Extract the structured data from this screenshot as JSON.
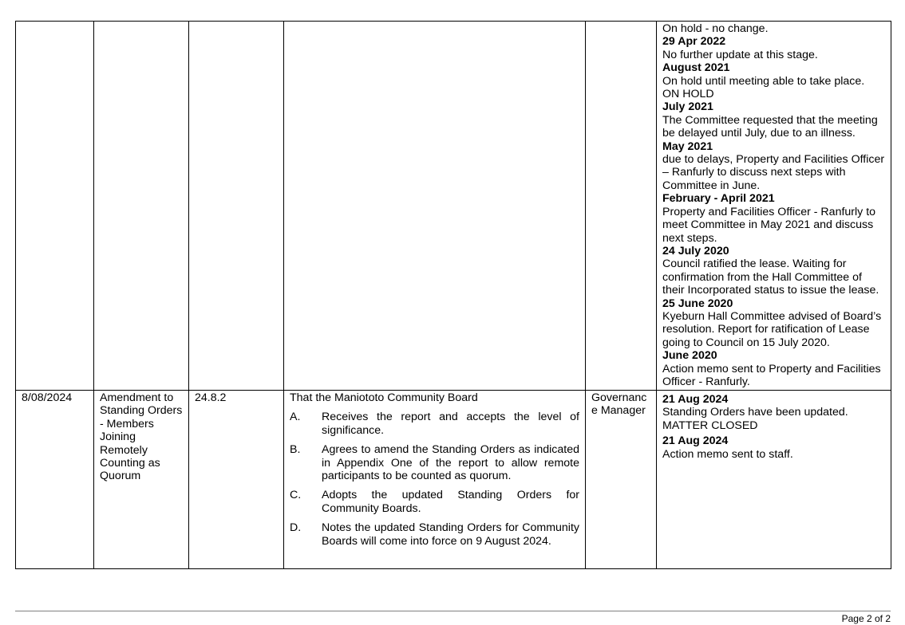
{
  "rows": [
    {
      "date": "",
      "subject": "",
      "ref": "",
      "resolution_intro": "",
      "resolution_items": [],
      "officer": "",
      "updates": [
        {
          "head": "",
          "text": "On hold - no change."
        },
        {
          "head": "29 Apr 2022",
          "text": "No further update at this stage."
        },
        {
          "head": "August 2021",
          "text": "On hold until meeting able to take place.\nON HOLD"
        },
        {
          "head": "July 2021",
          "text": "The Committee requested that the meeting be delayed until July, due to an illness."
        },
        {
          "head": "May 2021",
          "text": "due to delays, Property and Facilities Officer – Ranfurly to discuss next steps with Committee in June."
        },
        {
          "head": "February - April 2021",
          "text": "Property and Facilities Officer - Ranfurly to meet Committee in May 2021 and discuss next steps."
        },
        {
          "head": "24 July 2020",
          "text": "Council ratified the lease. Waiting for confirmation from the Hall Committee of their Incorporated status to issue the lease."
        },
        {
          "head": "25 June 2020",
          "text": "Kyeburn Hall Committee advised of Board’s resolution. Report for ratification of Lease going to Council on 15 July 2020."
        },
        {
          "head": "June 2020",
          "text": "Action memo sent to Property and Facilities Officer - Ranfurly."
        }
      ]
    },
    {
      "date": "8/08/2024",
      "subject": "Amendment to Standing Orders - Members Joining Remotely Counting as Quorum",
      "ref": "24.8.2",
      "resolution_intro": "That the Maniototo Community Board",
      "resolution_items": [
        {
          "letter": "A.",
          "text": "Receives the report and accepts the level of significance."
        },
        {
          "letter": "B.",
          "text": "Agrees to amend the Standing Orders as indicated in Appendix One of the report to allow remote participants to be counted as quorum."
        },
        {
          "letter": "C.",
          "text": "Adopts the updated Standing Orders for Community Boards."
        },
        {
          "letter": "D.",
          "text": "Notes the updated Standing Orders for Community Boards will come into force on 9 August 2024."
        }
      ],
      "officer": "Governanc e Manager",
      "updates": [
        {
          "head": "21 Aug 2024",
          "text": "Standing Orders have been updated.\nMATTER CLOSED"
        },
        {
          "head": "21 Aug 2024",
          "text": "Action memo sent to staff."
        }
      ]
    }
  ],
  "footer": {
    "page": "Page 2 of 2"
  }
}
